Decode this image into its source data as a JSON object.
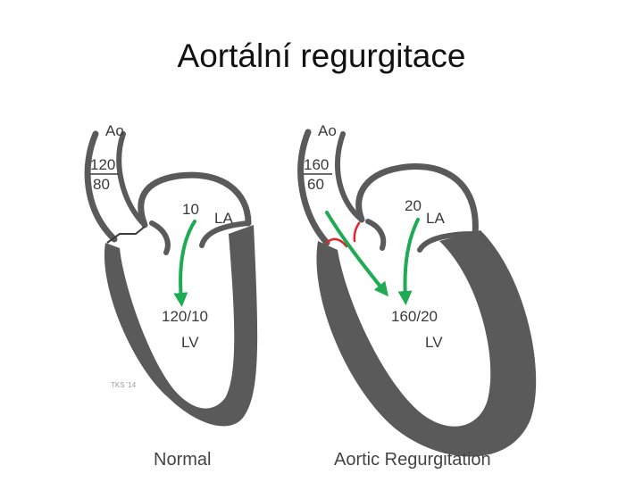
{
  "title": "Aortální regurgitace",
  "colors": {
    "wall": "#5a5a5b",
    "flow_arrow": "#1faa54",
    "regurgitant_jet": "#e0262a"
  },
  "normal": {
    "aorta_label": "Ao",
    "aortic_systolic": "120",
    "aortic_diastolic": "80",
    "la_label": "LA",
    "la_pressure": "10",
    "lv_pressure": "120/10",
    "lv_label": "LV",
    "credit": "TKS '14",
    "caption": "Normal"
  },
  "regurgitation": {
    "aorta_label": "Ao",
    "aortic_systolic": "160",
    "aortic_diastolic": "60",
    "la_label": "LA",
    "la_pressure": "20",
    "lv_pressure": "160/20",
    "lv_label": "LV",
    "caption": "Aortic Regurgitation"
  }
}
